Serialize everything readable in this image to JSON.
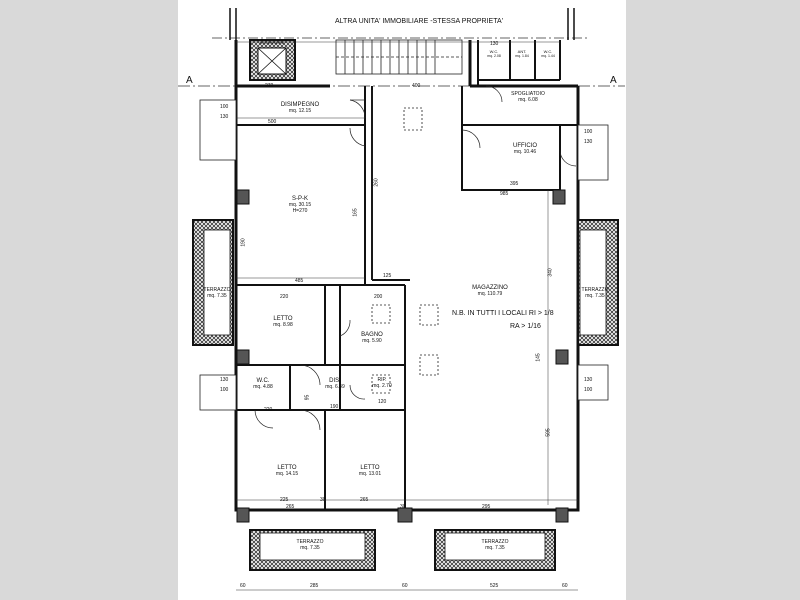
{
  "header": {
    "neighbor_label": "ALTRA UNITA' IMMOBILIARE -STESSA PROPRIETA'"
  },
  "section_marks": [
    "A",
    "A"
  ],
  "note": {
    "line1": "N.B. IN TUTTI I LOCALI RI > 1/8",
    "line2": "RA > 1/16"
  },
  "rooms": [
    {
      "id": "ascensore",
      "name": "ASCENSORE",
      "area": ""
    },
    {
      "id": "disimpegno",
      "name": "DISIMPEGNO",
      "area": "mq. 12.15"
    },
    {
      "id": "spk",
      "name": "S-P-K",
      "area": "mq. 30.15",
      "extra": "H=270"
    },
    {
      "id": "wc1",
      "name": "W.C.",
      "area": "mq. 2.08"
    },
    {
      "id": "ant",
      "name": "ANT.",
      "area": "mq. 1.84"
    },
    {
      "id": "wc2",
      "name": "W.C.",
      "area": "mq. 1.44"
    },
    {
      "id": "spogliatoio",
      "name": "SPOGLIATOIO",
      "area": "mq. 6.08"
    },
    {
      "id": "ufficio",
      "name": "UFFICIO",
      "area": "mq. 10.46"
    },
    {
      "id": "magazzino",
      "name": "MAGAZZINO",
      "area": "mq. 110.79"
    },
    {
      "id": "letto1",
      "name": "LETTO",
      "area": "mq. 8.98"
    },
    {
      "id": "bagno",
      "name": "BAGNO",
      "area": "mq. 5.90"
    },
    {
      "id": "wc3",
      "name": "W.C.",
      "area": "mq. 4.88"
    },
    {
      "id": "dis",
      "name": "DIS.",
      "area": "mq. 6.49"
    },
    {
      "id": "rip",
      "name": "RIP.",
      "area": "mq. 2.70"
    },
    {
      "id": "letto2",
      "name": "LETTO",
      "area": "mq. 14.15"
    },
    {
      "id": "letto3",
      "name": "LETTO",
      "area": "mq. 13.01"
    },
    {
      "id": "terrazzo_l",
      "name": "TERRAZZO",
      "area": "mq. 7.35"
    },
    {
      "id": "terrazzo_r",
      "name": "TERRAZZO",
      "area": "mq. 7.35"
    },
    {
      "id": "terrazzo_b1",
      "name": "TERRAZZO",
      "area": "mq. 7.35"
    },
    {
      "id": "terrazzo_b2",
      "name": "TERRAZZO",
      "area": "mq. 7.35"
    }
  ],
  "window_dims": {
    "w100": "100",
    "h130": "130"
  },
  "dims": {
    "top": [
      "270",
      "400",
      "130"
    ],
    "mid": [
      "500",
      "485",
      "125",
      "395",
      "985"
    ],
    "inner": [
      "220",
      "200",
      "220",
      "190",
      "120"
    ],
    "bottom_inner": [
      "225",
      "30",
      "265",
      "30",
      "295",
      "265"
    ],
    "bottom": [
      "60",
      "285",
      "60",
      "525",
      "60"
    ],
    "vertical": [
      "260",
      "165",
      "190",
      "340",
      "145",
      "595",
      "95"
    ]
  },
  "colors": {
    "wall": "#111111",
    "paper": "#ffffff",
    "background": "#d9d9d9",
    "hatch": "#333333"
  }
}
